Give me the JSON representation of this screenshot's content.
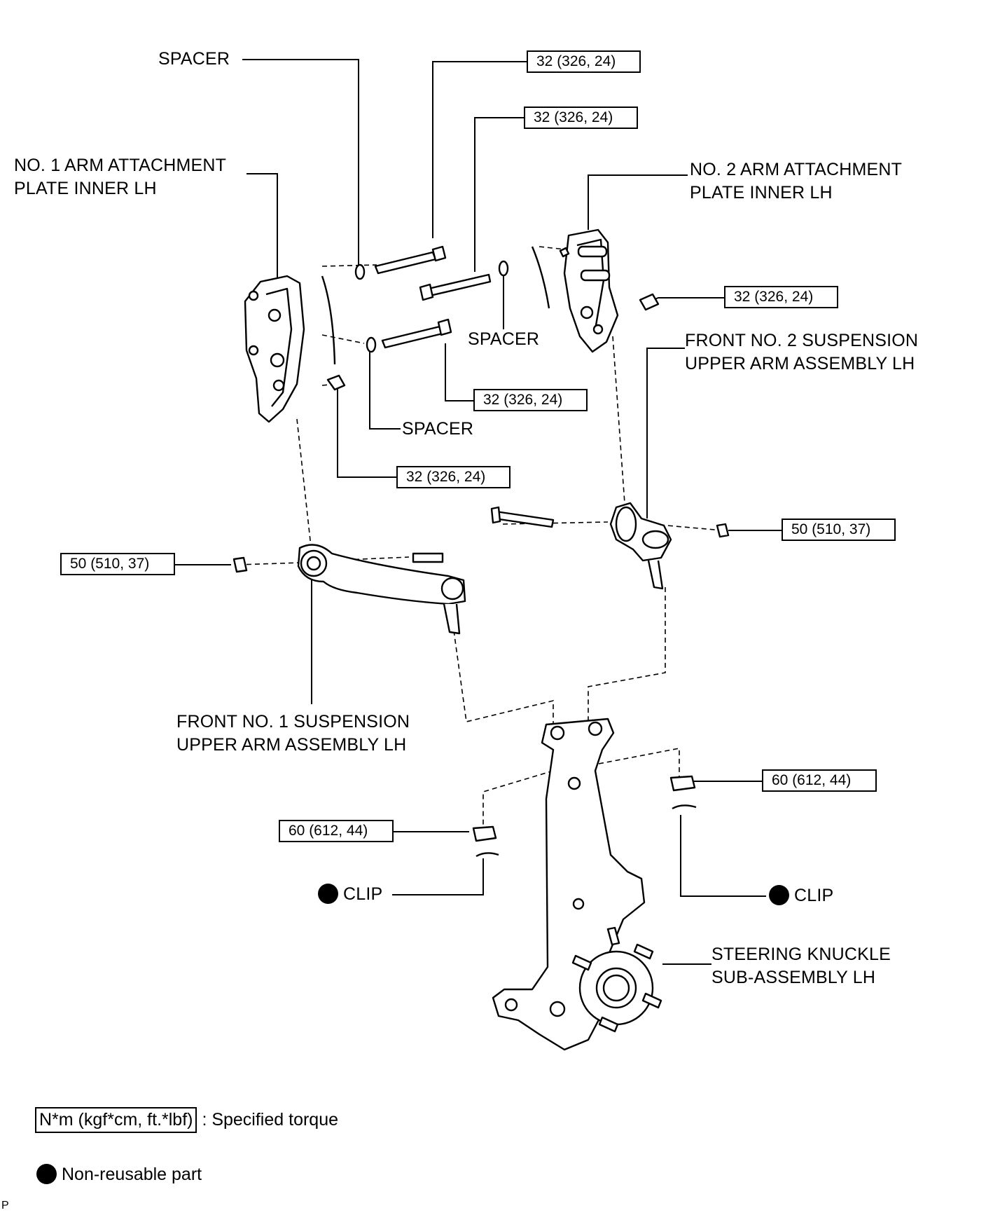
{
  "labels": {
    "spacer_top": "SPACER",
    "no1_plate_line1": "NO. 1 ARM ATTACHMENT",
    "no1_plate_line2": "PLATE INNER LH",
    "no2_plate_line1": "NO. 2 ARM ATTACHMENT",
    "no2_plate_line2": "PLATE INNER LH",
    "spacer_mid": "SPACER",
    "spacer_low": "SPACER",
    "front_no2_line1": "FRONT NO. 2 SUSPENSION",
    "front_no2_line2": "UPPER ARM ASSEMBLY LH",
    "front_no1_line1": "FRONT NO. 1 SUSPENSION",
    "front_no1_line2": "UPPER ARM ASSEMBLY LH",
    "clip_left": "CLIP",
    "clip_right": "CLIP",
    "knuckle_line1": "STEERING KNUCKLE",
    "knuckle_line2": "SUB-ASSEMBLY LH"
  },
  "torques": {
    "bolt_a": "32 (326, 24)",
    "bolt_b": "32 (326, 24)",
    "bolt_c": "32 (326, 24)",
    "bolt_d": "32 (326, 24)",
    "bolt_e": "32 (326, 24)",
    "nut_no2_arm": "50 (510, 37)",
    "nut_no1_arm": "50 (510, 37)",
    "nut_knuckle_left": "60 (612, 44)",
    "nut_knuckle_right": "60 (612, 44)"
  },
  "legend": {
    "torque_units": "N*m (kgf*cm, ft.*lbf)",
    "torque_desc": ": Specified torque",
    "nonreusable_desc": "Non-reusable part"
  },
  "corner_mark": "P"
}
